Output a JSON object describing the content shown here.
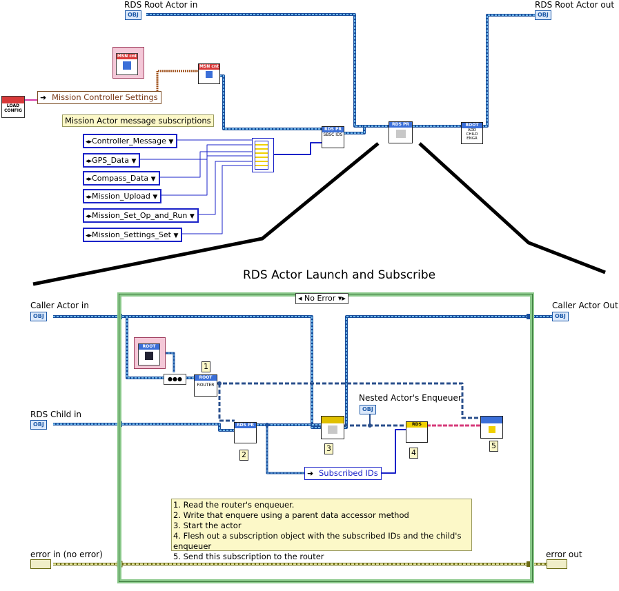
{
  "top_diagram": {
    "terminals": {
      "rds_root_actor_in": "RDS Root Actor in",
      "rds_root_actor_out": "RDS Root Actor out",
      "obj_tag": "OBJ"
    },
    "mission_controller_settings": "Mission Controller Settings",
    "load_config_label": "LOAD CONFIG",
    "msn_cnt_label": "MSN cnt",
    "subscriptions_label": "Mission Actor message subscriptions",
    "subscription_rings": [
      "Controller_Message",
      "GPS_Data",
      "Compass_Data",
      "Mission_Upload",
      "Mission_Set_Op_and_Run",
      "Mission_Settings_Set"
    ],
    "rds_pr_label": "RDS PR",
    "sbsc_ids_label": "SBSC IDS",
    "root_label": "ROOT",
    "add_child_engr_label": "ADD CHILD ENGR"
  },
  "detail": {
    "title": "RDS Actor Launch and Subscribe",
    "case_selector": "No Error",
    "caller_actor_in": "Caller Actor in",
    "caller_actor_out": "Caller Actor Out",
    "rds_child_in": "RDS Child in",
    "error_in": "error in (no error)",
    "error_out": "error out",
    "nested_enqueuer": "Nested Actor's Enqueuer",
    "subscribed_ids": "Subscribed IDs",
    "router_label": "ROUTER",
    "rds_label": "RDS",
    "numbers": [
      "1",
      "2",
      "3",
      "4",
      "5"
    ],
    "notes": [
      "1. Read the router's enqueuer.",
      "2. Write that enquere using a parent data accessor method",
      "3. Start the actor",
      "4. Flesh out a subscription object with the subscribed IDs and the child's enqueuer",
      "5. Send this subscription to the router"
    ]
  }
}
